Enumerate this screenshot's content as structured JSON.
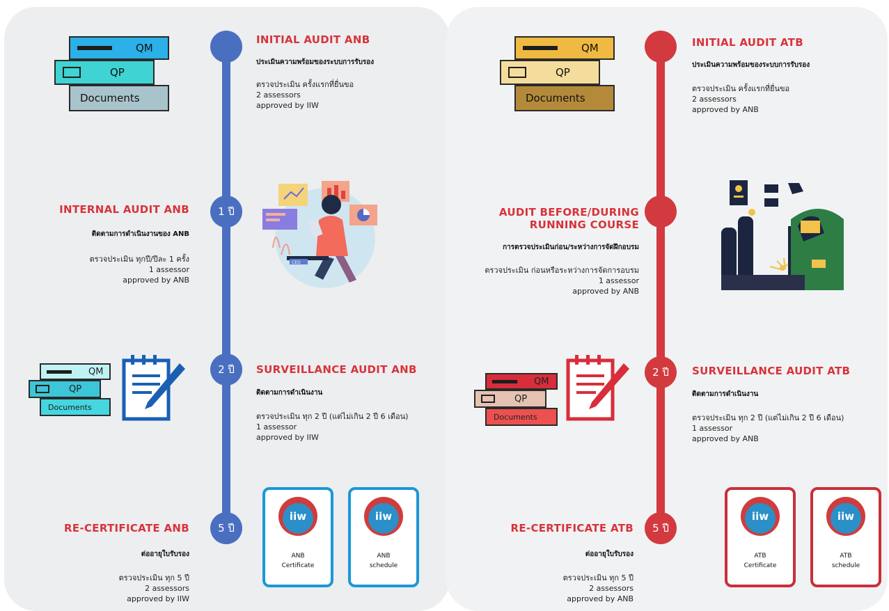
{
  "colors": {
    "anb_accent": "#4a6fc0",
    "atb_accent": "#d23a3f",
    "title_red": "#d8333b"
  },
  "anb": {
    "initial": {
      "title": "INITIAL AUDIT ANB",
      "subtitle": "ประเมินความพร้อมของระบบการรับรอง",
      "lines": [
        "ตรวจประเมิน  ครั้งแรกที่ยื่นขอ",
        "2 assessors",
        "approved by IIW"
      ]
    },
    "internal": {
      "marker": "1 ปี",
      "title": "INTERNAL AUDIT ANB",
      "subtitle": "ติดตามการดำเนินงานของ ANB",
      "lines": [
        "ตรวจประเมิน  ทุกปี/ปีละ 1 ครั้ง",
        "1 assessor",
        "approved by ANB"
      ]
    },
    "surveillance": {
      "marker": "2 ปี",
      "title": "SURVEILLANCE AUDIT ANB",
      "subtitle": "ติดตามการดำเนินงาน",
      "lines": [
        "ตรวจประเมิน  ทุก 2 ปี (แต่ไม่เกิน 2 ปี 6 เดือน)",
        "1 assessor",
        "approved by IIW"
      ]
    },
    "recert": {
      "marker": "5 ปี",
      "title": "RE-CERTIFICATE ANB",
      "subtitle": "ต่ออายุใบรับรอง",
      "lines": [
        "ตรวจประเมิน  ทุก 5 ปี",
        "2 assessors",
        "approved by IIW"
      ]
    },
    "books_top": [
      "QM",
      "QP",
      "Documents"
    ],
    "books_small": [
      "QM",
      "QP",
      "Documents"
    ],
    "cards": [
      {
        "logo": "iiw",
        "l1": "ANB",
        "l2": "Certificate"
      },
      {
        "logo": "iiw",
        "l1": "ANB",
        "l2": "schedule"
      }
    ],
    "illustration_label": "CEO"
  },
  "atb": {
    "initial": {
      "title": "INITIAL AUDIT ATB",
      "subtitle": "ประเมินความพร้อมของระบบการรับรอง",
      "lines": [
        "ตรวจประเมิน  ครั้งแรกที่ยื่นขอ",
        "2 assessors",
        "approved by ANB"
      ]
    },
    "during": {
      "title_line1": "AUDIT BEFORE/DURING",
      "title_line2": "RUNNING COURSE",
      "subtitle": "การตรวจประเมินก่อน/ระหว่างการจัดฝึกอบรม",
      "lines": [
        "ตรวจประเมิน  ก่อนหรือระหว่างการจัดการอบรม",
        "1 assessor",
        "approved by ANB"
      ]
    },
    "surveillance": {
      "marker": "2 ปี",
      "title": "SURVEILLANCE AUDIT ATB",
      "subtitle": "ติดตามการดำเนินงาน",
      "lines": [
        "ตรวจประเมิน  ทุก 2 ปี (แต่ไม่เกิน 2 ปี 6 เดือน)",
        "1 assessor",
        "approved by ANB"
      ]
    },
    "recert": {
      "marker": "5 ปี",
      "title": "RE-CERTIFICATE ATB",
      "subtitle": "ต่ออายุใบรับรอง",
      "lines": [
        "ตรวจประเมิน  ทุก 5 ปี",
        "2 assessors",
        "approved by ANB"
      ]
    },
    "books_top": [
      "QM",
      "QP",
      "Documents"
    ],
    "books_small": [
      "QM",
      "QP",
      "Documents"
    ],
    "cards": [
      {
        "logo": "iiw",
        "l1": "ATB",
        "l2": "Certificate"
      },
      {
        "logo": "iiw",
        "l1": "ATB",
        "l2": "schedule"
      }
    ]
  }
}
